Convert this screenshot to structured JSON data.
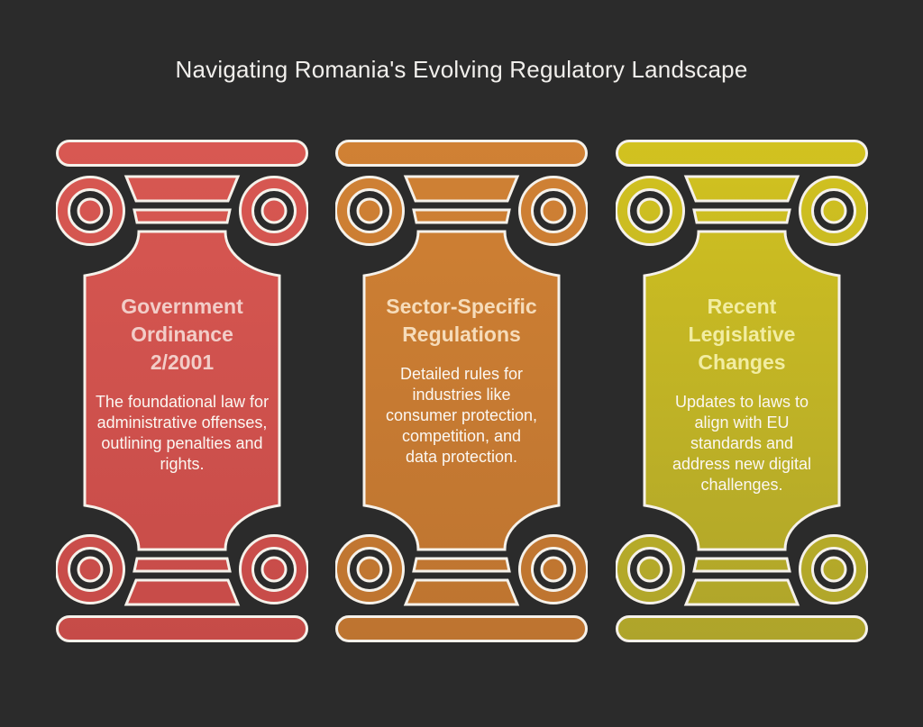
{
  "page": {
    "title": "Navigating Romania's Evolving Regulatory Landscape",
    "background_color": "#2b2b2b",
    "outline_color": "#f5f1ea"
  },
  "pillars": [
    {
      "id": "government-ordinance-2-2001",
      "title": "Government\nOrdinance\n2/2001",
      "description": "The foundational law for administrative offenses, outlining penalties and rights.",
      "color_top": "#d85852",
      "color_bottom": "#c64b48",
      "title_color": "#f2cdc8"
    },
    {
      "id": "sector-specific-regulations",
      "title": "Sector-Specific\nRegulations",
      "description": "Detailed rules for industries like consumer protection, competition, and data protection.",
      "color_top": "#d08134",
      "color_bottom": "#bd7430",
      "title_color": "#f6dcba"
    },
    {
      "id": "recent-legislative-changes",
      "title": "Recent\nLegislative\nChanges",
      "description": "Updates to laws to align with EU standards and address new digital challenges.",
      "color_top": "#d2c21f",
      "color_bottom": "#aea42b",
      "title_color": "#f2eda2"
    }
  ]
}
